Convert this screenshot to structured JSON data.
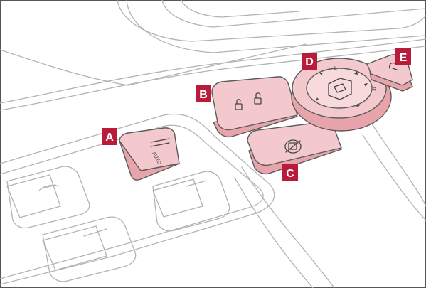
{
  "labels": {
    "a": "A",
    "b": "B",
    "c": "C",
    "d": "D",
    "e": "E"
  },
  "switch_text": {
    "auto": "AUTO",
    "mirror_left": "L",
    "mirror_right": "R"
  },
  "colors": {
    "badge": "#b81c3a",
    "highlight": "#f4c9cd",
    "outline": "#b3b3b3"
  }
}
